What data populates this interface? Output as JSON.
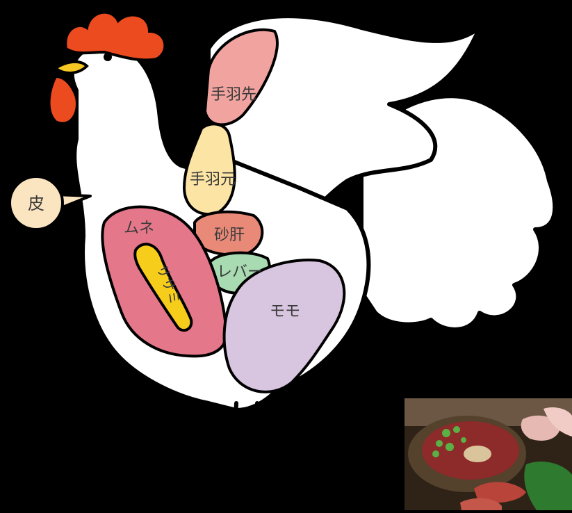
{
  "diagram": {
    "parts": [
      {
        "id": "tebasaki",
        "label": "手羽先",
        "color": "#f1a39f"
      },
      {
        "id": "tebamoto",
        "label": "手羽元",
        "color": "#fbe4a4"
      },
      {
        "id": "sunagimo",
        "label": "砂肝",
        "color": "#e98a78"
      },
      {
        "id": "liver",
        "label": "レバー",
        "color": "#a9dbb3"
      },
      {
        "id": "momo",
        "label": "モモ",
        "color": "#d8c5df"
      },
      {
        "id": "mune",
        "label": "ムネ",
        "color": "#e4778a"
      },
      {
        "id": "sasami",
        "label": "ササミ",
        "color": "#f7cd1c"
      },
      {
        "id": "kawa",
        "label": "皮",
        "color": "#fbe4c0"
      }
    ],
    "colors": {
      "body": "#ffffff",
      "outline": "#000000",
      "comb": "#ec4a1f",
      "beak": "#f6c823"
    }
  }
}
